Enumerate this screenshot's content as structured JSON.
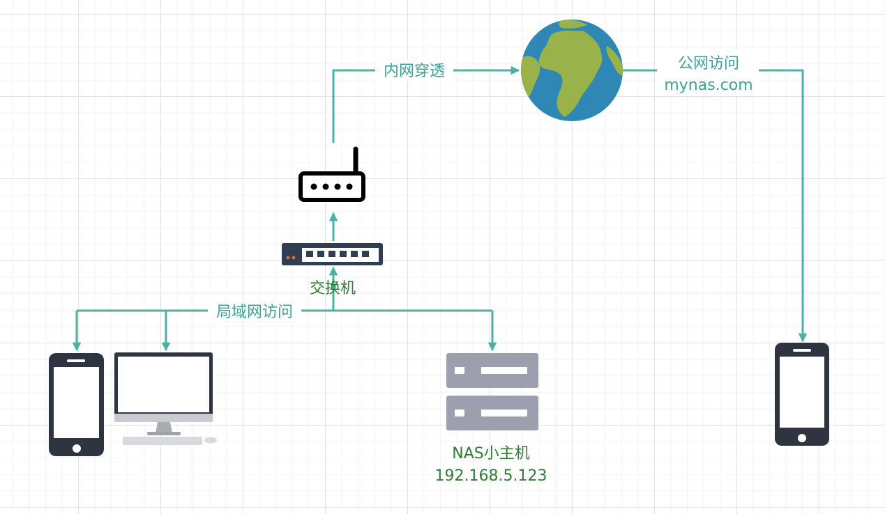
{
  "colors": {
    "connector": "#4cb1a3",
    "label_teal": "#3aa396",
    "label_green": "#2f7d32",
    "device_dark": "#2e3440",
    "server": "#9e9fae",
    "switch_body": "#2f3e52",
    "ocean": "#2f87b5",
    "land": "#9ab24a",
    "router": "#000000"
  },
  "labels": {
    "tunnel": "内网穿透",
    "public_access": "公网访问",
    "domain": "mynas.com",
    "switch": "交换机",
    "lan_access": "局域网访问",
    "nas_name": "NAS小主机",
    "nas_ip": "192.168.5.123"
  },
  "icons": {
    "globe": "globe-icon",
    "router": "router-icon",
    "switch": "network-switch-icon",
    "phone_local": "smartphone-icon",
    "desktop": "desktop-monitor-icon",
    "server": "server-icon",
    "phone_remote": "smartphone-icon"
  }
}
